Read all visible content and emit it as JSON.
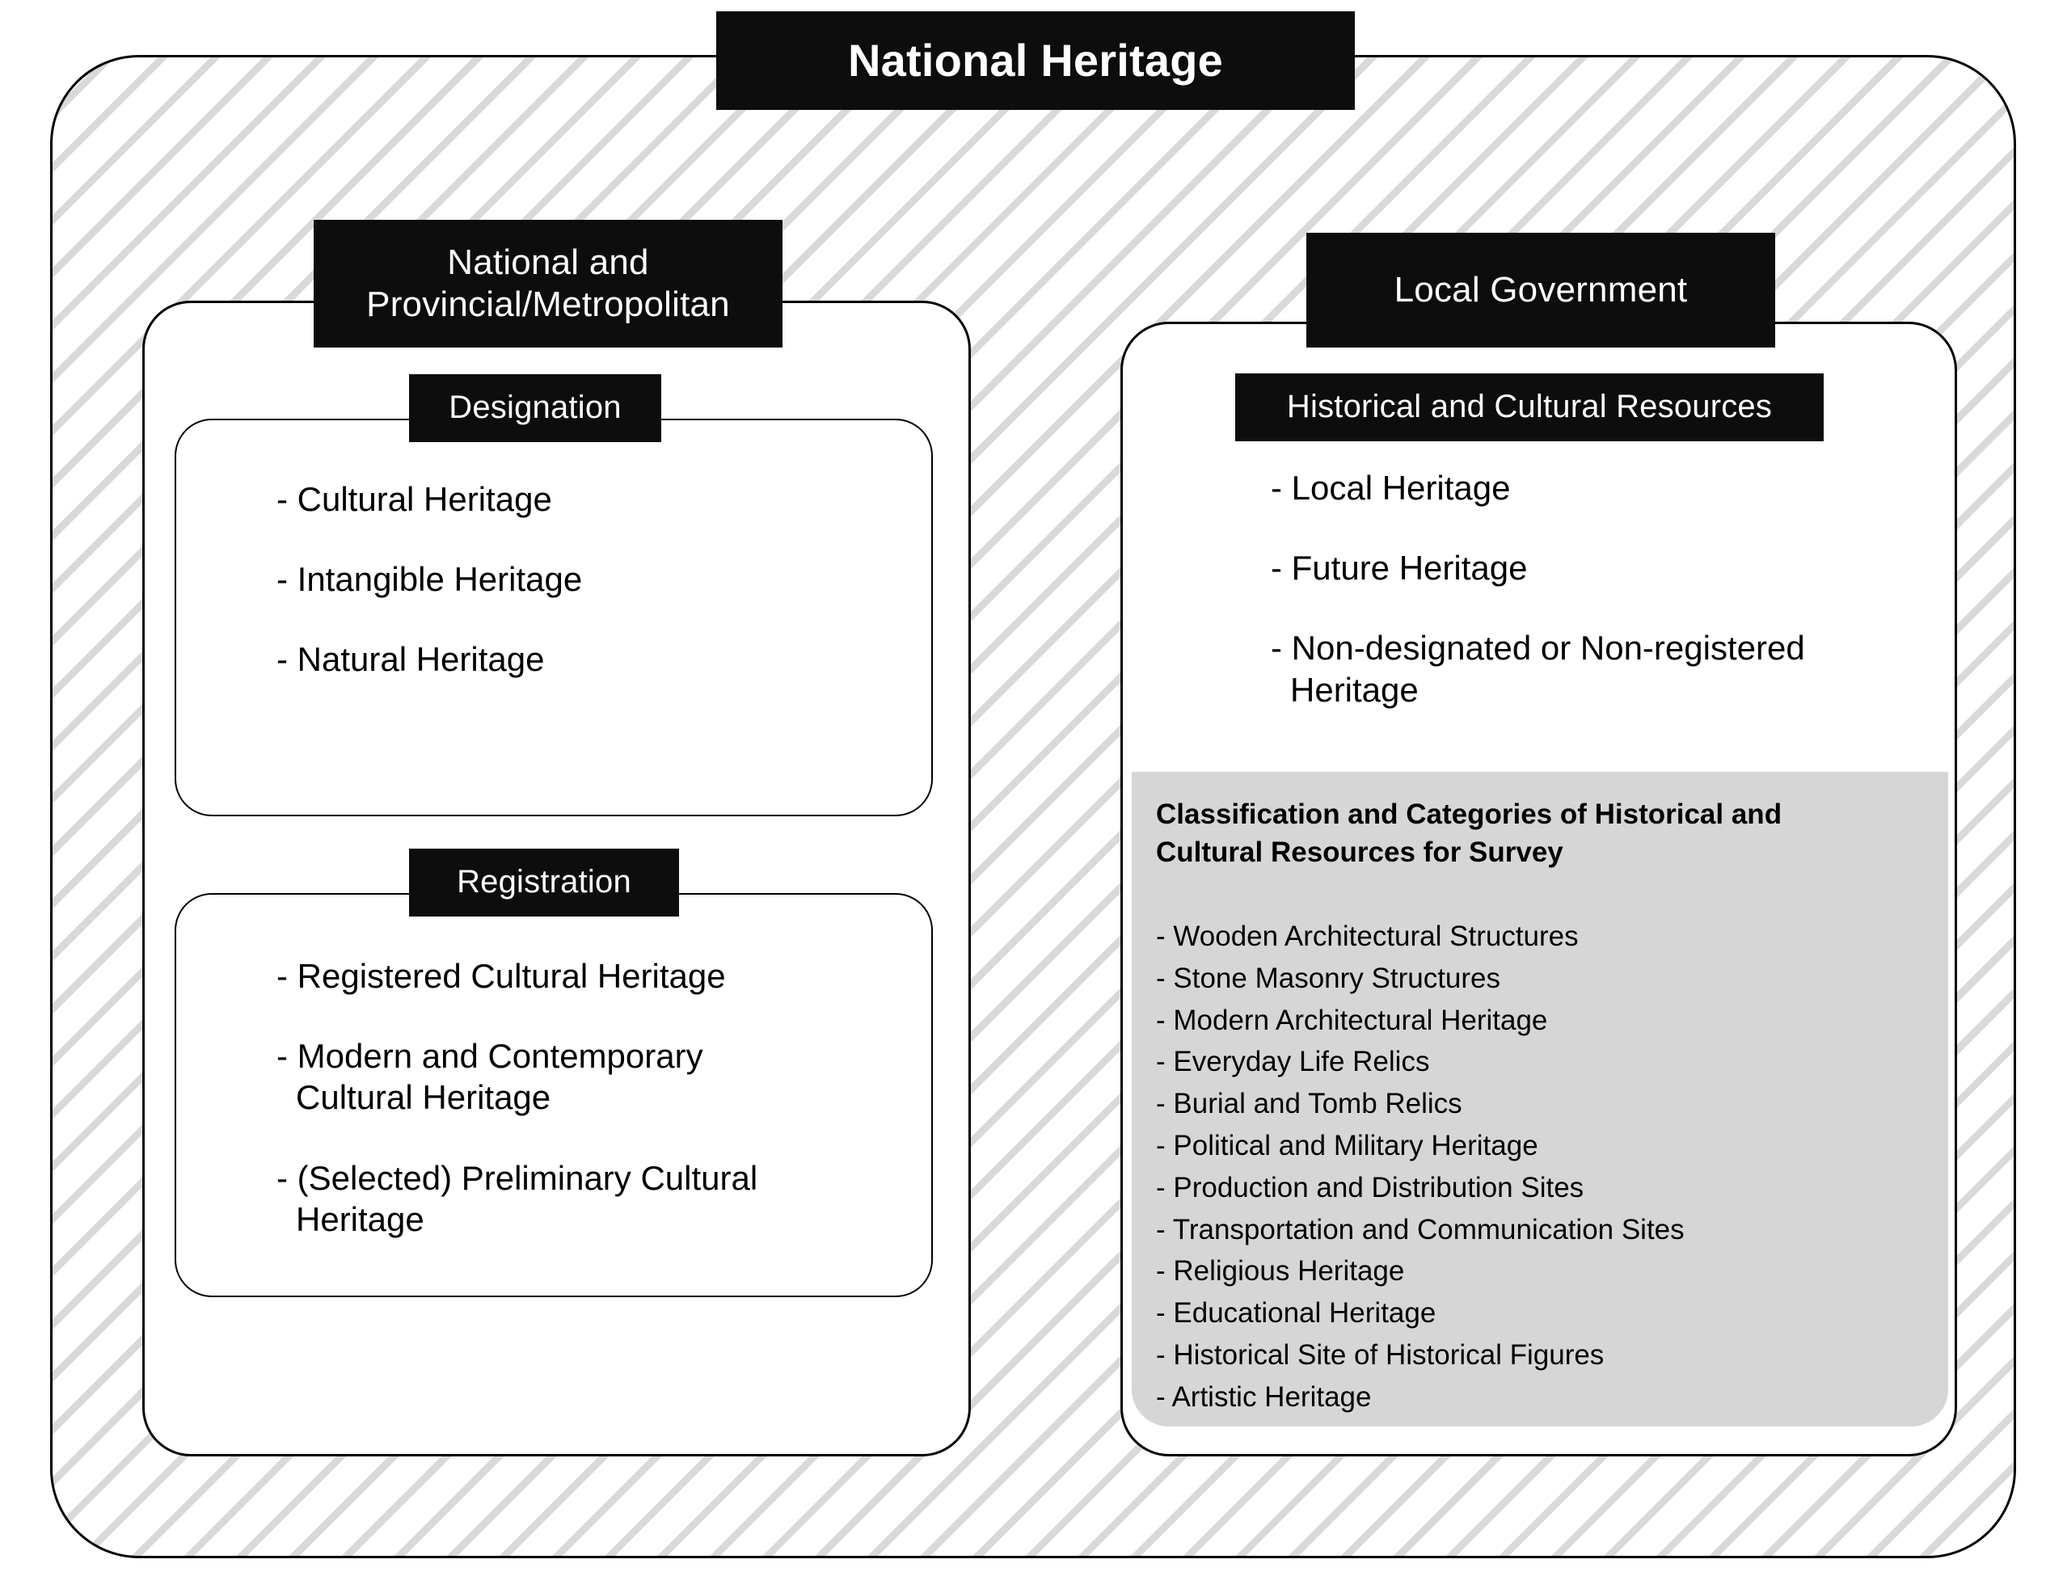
{
  "title_banner": {
    "label": "National Heritage"
  },
  "left_column": {
    "header": {
      "line1": "National and",
      "line2": "Provincial/Metropolitan"
    },
    "designation": {
      "header": "Designation",
      "items": [
        "- Cultural Heritage",
        "- Intangible Heritage",
        "- Natural Heritage"
      ]
    },
    "registration": {
      "header": "Registration",
      "items": [
        "- Registered Cultural Heritage",
        "- Modern and Contemporary\n   Cultural Heritage",
        "- (Selected) Preliminary Cultural\n   Heritage"
      ]
    }
  },
  "right_column": {
    "header": "Local Government",
    "resources": {
      "header": "Historical and Cultural Resources",
      "items": [
        "- Local Heritage",
        "- Future Heritage",
        "- Non-designated or Non-registered\n   Heritage"
      ]
    },
    "survey_panel": {
      "heading": "Classification and Categories of Historical and Cultural Resources for Survey",
      "categories": [
        "- Wooden Architectural Structures",
        "- Stone Masonry Structures",
        "- Modern Architectural Heritage",
        "- Everyday Life Relics",
        "- Burial and Tomb Relics",
        "- Political and Military Heritage",
        "- Production and Distribution Sites",
        "- Transportation and Communication Sites",
        "- Religious Heritage",
        "- Educational Heritage",
        "- Historical Site of Historical Figures",
        "- Artistic Heritage"
      ]
    }
  },
  "colors": {
    "banner_background": "#0d0d0d",
    "banner_text": "#ffffff",
    "hatch_stripe": "#d9d9d9",
    "survey_panel_background": "#d6d6d6",
    "outline": "#000000"
  }
}
